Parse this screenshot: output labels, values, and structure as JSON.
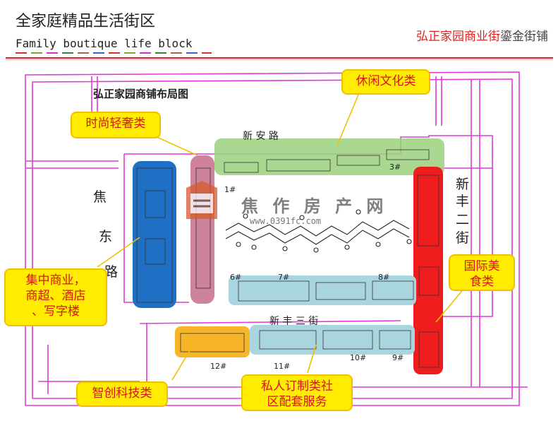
{
  "header": {
    "title_cn": "全家庭精品生活街区",
    "title_en": "Family boutique life block",
    "brand_red": "弘正家园商业街",
    "brand_gray": "鎏金街铺"
  },
  "map": {
    "layout_title": "弘正家园商铺布局图",
    "roads": {
      "xinan": "新 安 路",
      "xinfeng3": "新 丰 三 街",
      "jiaodong": [
        "焦",
        "东",
        "路"
      ],
      "xinfeng2": [
        "新",
        "丰",
        "二",
        "街"
      ]
    },
    "block_labels": [
      "1#",
      "3#",
      "6#",
      "7#",
      "8#",
      "9#",
      "10#",
      "11#",
      "12#"
    ],
    "watermark": {
      "name": "焦 作 房 产 网",
      "url": "www.0391fc.com"
    }
  },
  "callouts": {
    "leisure": "休闲文化类",
    "fashion": "时尚轻奢类",
    "commerce": [
      "集中商业，",
      "商超、酒店",
      "、写字楼"
    ],
    "food": [
      "国际美",
      "食类"
    ],
    "tech": "智创科技类",
    "private": [
      "私人订制类社",
      "区配套服务"
    ]
  },
  "colors": {
    "accent_red": "#e0211c",
    "callout_fill": "#ffec00",
    "zone_green": "#9bd17c",
    "zone_blue": "#1f6fc4",
    "zone_pink": "#c9768f",
    "zone_red": "#ee1c1c",
    "zone_lightblue": "#a9d6de",
    "zone_orange": "#f7b62a",
    "boundary_magenta": "#e23ad6"
  }
}
